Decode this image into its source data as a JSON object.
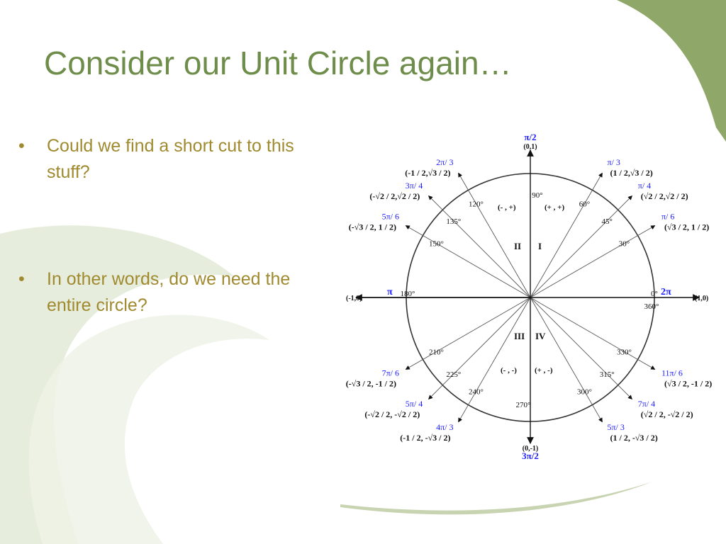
{
  "slide": {
    "title": "Consider our Unit Circle again…",
    "bullets": [
      "Could we find a short cut to this stuff?",
      "In other words, do we need the entire circle?"
    ]
  },
  "colors": {
    "title": "#6f8d4a",
    "bullet_text": "#a08a2f",
    "decoration_green": "#8fa86a",
    "radian_labels": "#1a1aff"
  },
  "unit_circle": {
    "axis_labels": {
      "top_radian": "π/2",
      "top_point": "(0,1)",
      "bottom_radian": "3π/2",
      "bottom_point": "(0,-1)",
      "left_radian": "π",
      "left_point": "(-1,0)",
      "right_radian": "2π",
      "right_point": "(1,0)"
    },
    "angles": [
      {
        "deg": 30,
        "deg_label": "30°",
        "rad": "π/ 6",
        "point": "(√3 / 2, 1 / 2)"
      },
      {
        "deg": 45,
        "deg_label": "45°",
        "rad": "π/ 4",
        "point": "(√2 / 2,√2 / 2)"
      },
      {
        "deg": 60,
        "deg_label": "60°",
        "rad": "π/ 3",
        "point": "(1 / 2,√3 / 2)"
      },
      {
        "deg": 90,
        "deg_label": "90°",
        "rad": "",
        "point": ""
      },
      {
        "deg": 120,
        "deg_label": "120°",
        "rad": "2π/ 3",
        "point": "(-1 / 2,√3 / 2)"
      },
      {
        "deg": 135,
        "deg_label": "135°",
        "rad": "3π/ 4",
        "point": "(-√2 / 2,√2 / 2)"
      },
      {
        "deg": 150,
        "deg_label": "150°",
        "rad": "5π/ 6",
        "point": "(-√3 / 2, 1 / 2)"
      },
      {
        "deg": 180,
        "deg_label": "180°",
        "rad": "",
        "point": ""
      },
      {
        "deg": 210,
        "deg_label": "210°",
        "rad": "7π/ 6",
        "point": "(-√3 / 2, -1 / 2)"
      },
      {
        "deg": 225,
        "deg_label": "225°",
        "rad": "5π/ 4",
        "point": "(-√2 / 2, -√2 / 2)"
      },
      {
        "deg": 240,
        "deg_label": "240°",
        "rad": "4π/ 3",
        "point": "(-1 / 2, -√3 / 2)"
      },
      {
        "deg": 270,
        "deg_label": "270°",
        "rad": "",
        "point": ""
      },
      {
        "deg": 300,
        "deg_label": "300°",
        "rad": "5π/ 3",
        "point": "(1 / 2, -√3 / 2)"
      },
      {
        "deg": 315,
        "deg_label": "315°",
        "rad": "7π/ 4",
        "point": "(√2 / 2, -√2 / 2)"
      },
      {
        "deg": 330,
        "deg_label": "330°",
        "rad": "11π/ 6",
        "point": "(√3 / 2, -1 / 2)"
      },
      {
        "deg": 0,
        "deg_label": "0°",
        "rad": "",
        "point": ""
      },
      {
        "deg": 360,
        "deg_label": "360°",
        "rad": "",
        "point": ""
      }
    ],
    "quadrants": [
      {
        "numeral": "I",
        "signs": "(+ , +)"
      },
      {
        "numeral": "II",
        "signs": "(- , +)"
      },
      {
        "numeral": "III",
        "signs": "(- , -)"
      },
      {
        "numeral": "IV",
        "signs": "(+ , -)"
      }
    ]
  }
}
